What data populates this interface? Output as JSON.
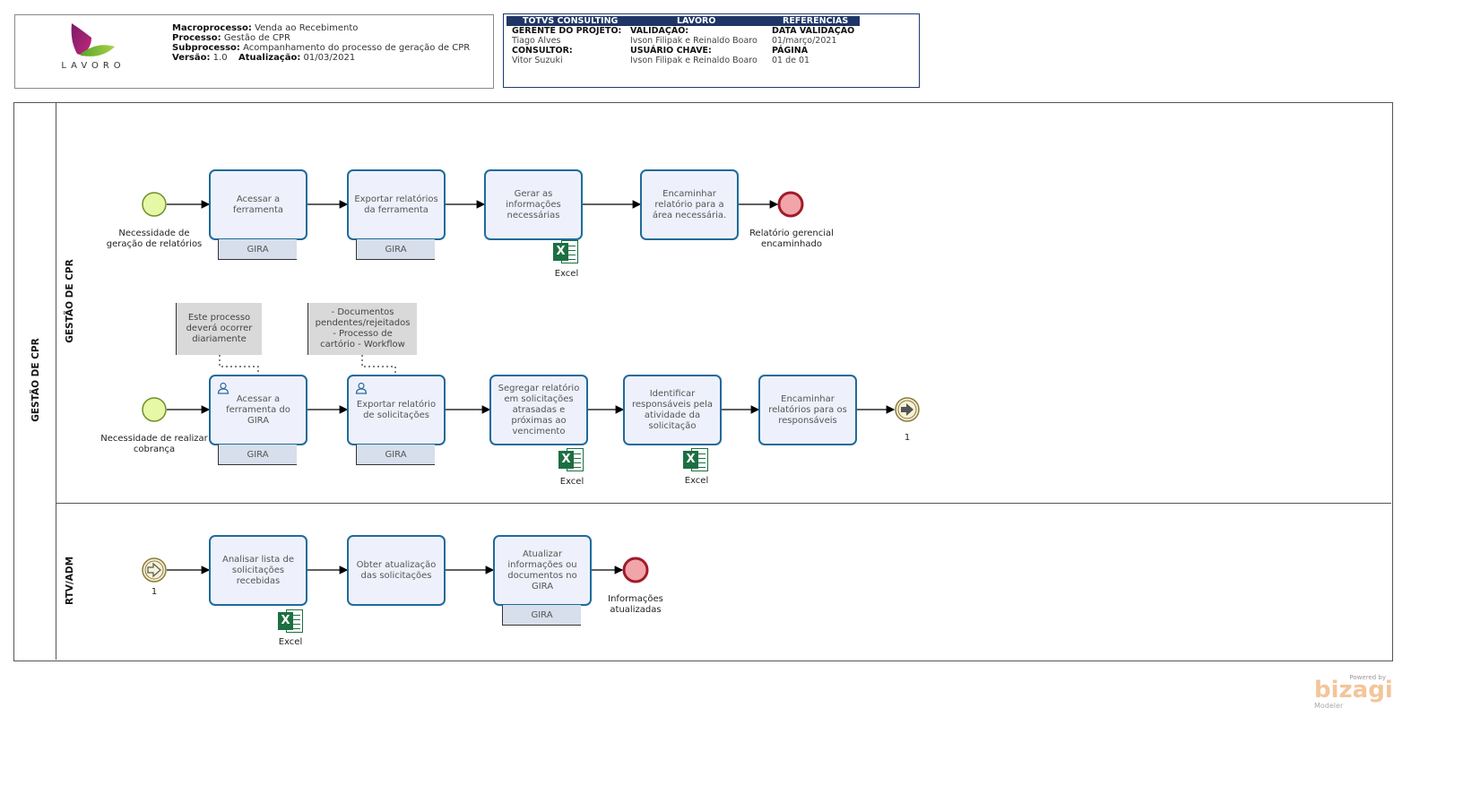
{
  "header": {
    "logo_text": "LAVORO",
    "macroprocesso_label": "Macroprocesso:",
    "macroprocesso_value": "Venda ao Recebimento",
    "processo_label": "Processo:",
    "processo_value": "Gestão de CPR",
    "subprocesso_label": "Subprocesso:",
    "subprocesso_value": "Acompanhamento do processo de geração de CPR",
    "versao_label": "Versão:",
    "versao_value": "1.0",
    "atualizacao_label": "Atualização:",
    "atualizacao_value": "01/03/2021"
  },
  "project_table": {
    "col1_header": "TOTVS CONSULTING",
    "col2_header": "LAVORO",
    "col3_header": "REFERÊNCIAS",
    "gerente_label": "GERENTE DO PROJETO:",
    "gerente_value": "Tiago Alves",
    "validacao_label": "VALIDAÇÃO:",
    "validacao_value": "Ivson Filipak e Reinaldo Boaro",
    "data_validacao_label": "DATA VALIDAÇÃO",
    "data_validacao_value": "01/março/2021",
    "consultor_label": "CONSULTOR:",
    "consultor_value": "Vitor Suzuki",
    "usuario_label": "USUÁRIO CHAVE:",
    "usuario_value": "Ivson Filipak e Reinaldo Boaro",
    "pagina_label": "PÁGINA",
    "pagina_value": "01 de 01"
  },
  "pool": {
    "name": "GESTÃO DE CPR",
    "lane1_name": "GESTÃO DE CPR",
    "lane2_name": "RTV/ADM"
  },
  "lane1_row1": {
    "start_event": "Necessidade de geração de relatórios",
    "task1": "Acessar a ferramenta",
    "task1_data": "GIRA",
    "task2": "Exportar relatórios da ferramenta",
    "task2_data": "GIRA",
    "task3": "Gerar as informações necessárias",
    "task3_artifact": "Excel",
    "task4": "Encaminhar relatório para a área necessária.",
    "end_event": "Relatório gerencial encaminhado"
  },
  "lane1_row2": {
    "note1": "Este processo deverá ocorrer diariamente",
    "note2": "- Documentos pendentes/rejeitados - Processo de cartório - Workflow",
    "start_event": "Necessidade de realizar cobrança",
    "task1": "Acessar a ferramenta do GIRA",
    "task1_data": "GIRA",
    "task2": "Exportar relatório de solicitações",
    "task2_data": "GIRA",
    "task3": "Segregar relatório em solicitações atrasadas e próximas ao vencimento",
    "task3_artifact": "Excel",
    "task4": "Identificar responsáveis pela atividade da solicitação",
    "task4_artifact": "Excel",
    "task5": "Encaminhar relatórios para os responsáveis",
    "link_event": "1"
  },
  "lane2": {
    "link_event": "1",
    "task1": "Analisar lista de solicitações recebidas",
    "task1_artifact": "Excel",
    "task2": "Obter atualização das solicitações",
    "task3": "Atualizar informações ou documentos no GIRA",
    "task3_data": "GIRA",
    "end_event": "Informações atualizadas"
  },
  "branding": {
    "powered_by": "Powered by",
    "name": "bizagi",
    "product": "Modeler"
  },
  "colors": {
    "task_border": "#1f6b9a",
    "task_fill": "#eef1fb",
    "start_fill": "#e6f7a6",
    "start_stroke": "#6f8f2a",
    "end_fill": "#f2a5a9",
    "end_stroke": "#a11b2a",
    "header_navy": "#1f3566",
    "excel_green": "#1d6f42",
    "data_fill": "#d6dfeb",
    "note_fill": "#d9d9d9"
  }
}
